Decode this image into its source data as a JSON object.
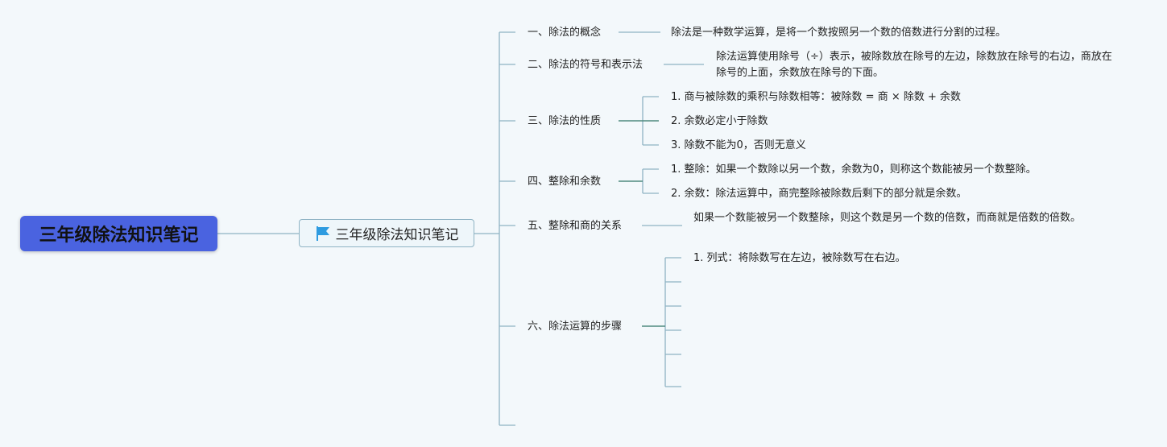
{
  "root": {
    "label": "三年级除法知识笔记"
  },
  "center": {
    "label": "三年级除法知识笔记",
    "icon": "flag-icon"
  },
  "colors": {
    "root_bg": "#4a63e0",
    "line": "#8fb3c4",
    "line_dark": "#4f8a80",
    "flag": "#2e9be0"
  },
  "branches": [
    {
      "label": "一、除法的概念",
      "items": [
        "除法是一种数学运算，是将一个数按照另一个数的倍数进行分割的过程。"
      ]
    },
    {
      "label": "二、除法的符号和表示法",
      "items": [
        "除法运算使用除号（÷）表示，被除数放在除号的左边，除数放在除号的右边，商放在除号的上面，余数放在除号的下面。"
      ]
    },
    {
      "label": "三、除法的性质",
      "items": [
        "1. 商与被除数的乘积与除数相等：被除数 = 商 × 除数 + 余数",
        "2. 余数必定小于除数",
        "3. 除数不能为0，否则无意义"
      ]
    },
    {
      "label": "四、整除和余数",
      "items": [
        "1. 整除：如果一个数除以另一个数，余数为0，则称这个数能被另一个数整除。",
        "2. 余数：除法运算中，商完整除被除数后剩下的部分就是余数。"
      ]
    },
    {
      "label": "五、整除和商的关系",
      "items": [
        "如果一个数能被另一个数整除，则这个数是另一个数的倍数，而商就是倍数的倍数。"
      ]
    },
    {
      "label": "六、除法运算的步骤",
      "items": [
        "1. 列式：将除数写在左边，被除数写在右边。"
      ]
    }
  ]
}
